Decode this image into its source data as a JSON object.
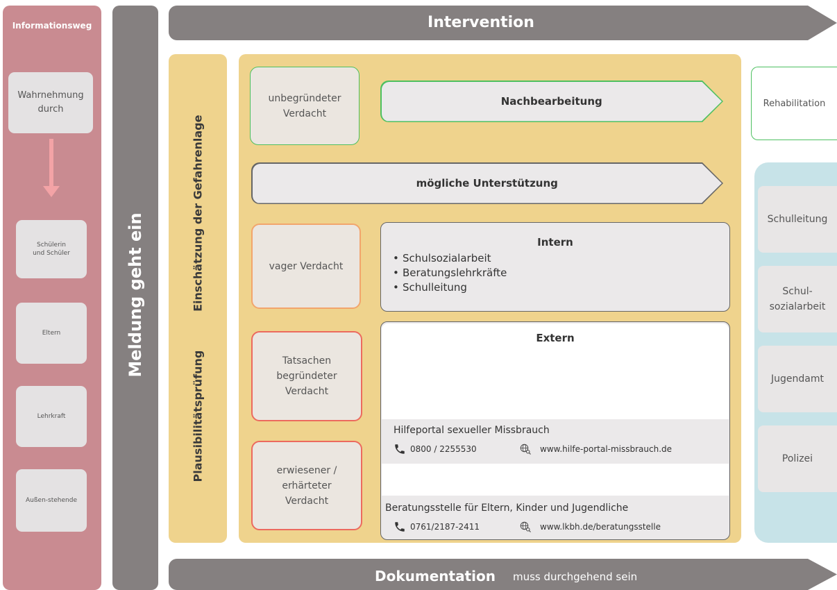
{
  "left_column": {
    "title": "Informationsweg",
    "perception": "Wahrnehmung durch",
    "sources": [
      "Schülerin und Schüler",
      "Eltern",
      "Lehrkraft",
      "Außen-stehende"
    ]
  },
  "meldung": "Meldung geht ein",
  "top_banner": "Intervention",
  "bottom_banner": {
    "title": "Dokumentation",
    "subtitle": "muss durchgehend sein"
  },
  "plausibility": {
    "line1": "Plausibilitätsprüfung",
    "line2": "Einschätzung der Gefahrenlage"
  },
  "verdicts": {
    "unfounded": "unbegründeter Verdacht",
    "vague": "vager Verdacht",
    "factual": "Tatsachen begründeter Verdacht",
    "proven": "erwiesener / erhärteter Verdacht"
  },
  "arrows": {
    "followup": "Nachbearbeitung",
    "support": "mögliche Unterstützung"
  },
  "intern": {
    "title": "Intern",
    "items": [
      "Schulsozialarbeit",
      "Beratungslehrkräfte",
      "Schulleitung"
    ]
  },
  "extern": {
    "title": "Extern",
    "org1": {
      "name": "Hilfeportal sexueller Missbrauch",
      "phone": "0800 / 2255530",
      "web": "www.hilfe-portal-missbrauch.de"
    },
    "org2": {
      "name": "Beratungsstelle für Eltern, Kinder und Jugendliche",
      "phone": "0761/2187-2411",
      "web": "www.lkbh.de/beratungsstelle"
    }
  },
  "right_column": {
    "rehab": "Rehabilitation",
    "parties": [
      "Schulleitung",
      "Schul- sozialarbeit",
      "Jugendamt",
      "Polizei"
    ]
  },
  "colors": {
    "grey": "#858080",
    "rose": "#c98b91",
    "yellow": "#efd38d",
    "teal": "#c7e3e8",
    "green": "#4dc060",
    "orange": "#f2a56c",
    "red": "#ec6a5e"
  }
}
